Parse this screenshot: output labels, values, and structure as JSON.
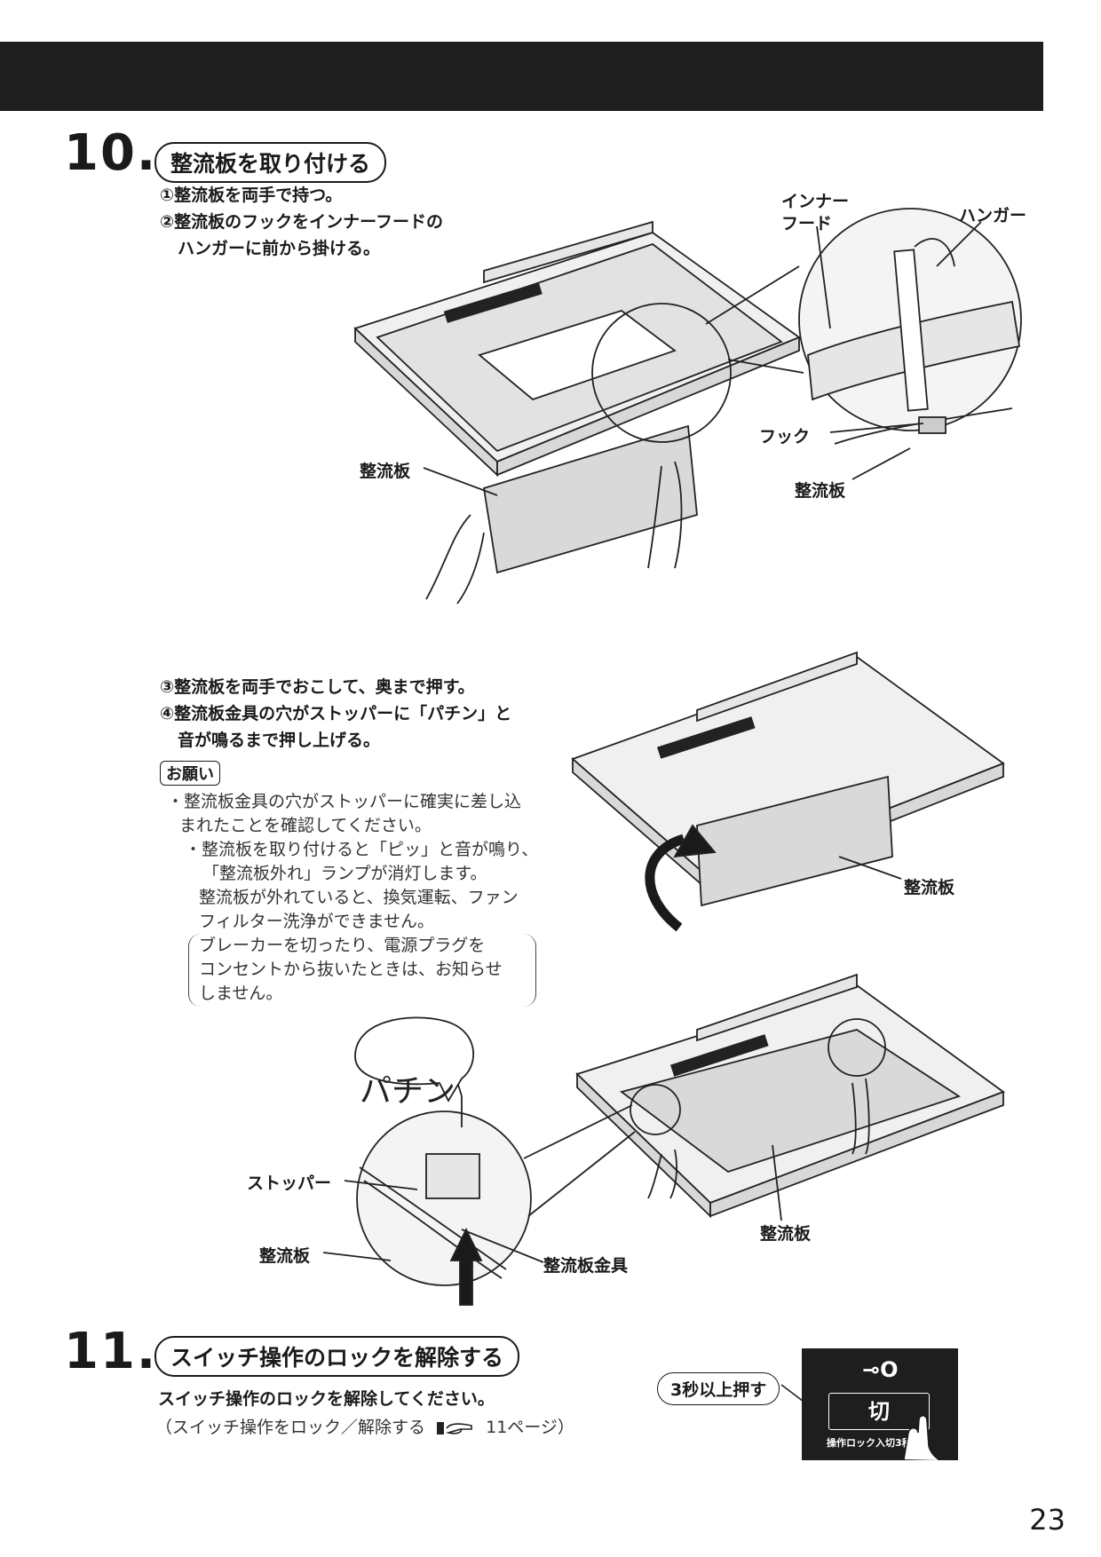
{
  "header": {},
  "step10": {
    "number": "10.",
    "title": "整流板を取り付ける",
    "instr1": "①整流板を両手で持つ。",
    "instr2a": "②整流板のフックをインナーフードの",
    "instr2b": "ハンガーに前から掛ける。",
    "fig1": {
      "label_inner_hood_1": "インナー",
      "label_inner_hood_2": "フード",
      "label_hanger": "ハンガー",
      "label_hook": "フック",
      "label_panel_detail": "整流板",
      "label_panel": "整流板"
    },
    "instr3": "③整流板を両手でおこして、奥まで押す。",
    "instr4a": "④整流板金具の穴がストッパーに「パチン」と",
    "instr4b": "音が鳴るまで押し上げる。",
    "note_tag": "お願い",
    "note_lines": [
      "・整流板金具の穴がストッパーに確実に差し込",
      "まれたことを確認してください。",
      "・整流板を取り付けると「ピッ」と音が鳴り、",
      "「整流板外れ」ランプが消灯します。",
      "整流板が外れていると、換気運転、ファン",
      "フィルター洗浄ができません。"
    ],
    "bracket_lines": [
      "ブレーカーを切ったり、電源プラグを",
      "コンセントから抜いたときは、お知らせ",
      "しません。"
    ],
    "fig2": {
      "label_panel": "整流板"
    },
    "fig3": {
      "sound": "パチン",
      "label_stopper": "ストッパー",
      "label_panel_left": "整流板",
      "label_bracket": "整流板金具",
      "label_panel_right": "整流板"
    }
  },
  "step11": {
    "number": "11.",
    "title": "スイッチ操作のロックを解除する",
    "instr": "スイッチ操作のロックを解除してください。",
    "ref_pre": "（スイッチ操作をロック／解除する",
    "ref_post": "11ページ）",
    "press_label": "3秒以上押す",
    "key_symbol": "⊸O",
    "button_label": "切",
    "small_label": "操作ロック入切3秒"
  },
  "footer": {
    "page_number": "23"
  }
}
